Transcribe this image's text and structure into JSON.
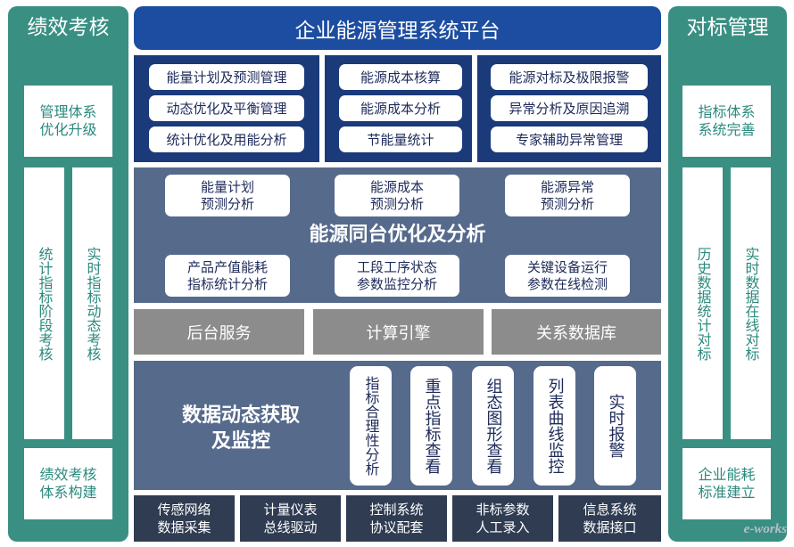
{
  "left_panel": {
    "title": "绩效考核",
    "top_box": "管理体系\n优化升级",
    "vertical_left": "统计指标阶段考核",
    "vertical_right": "实时指标动态考核",
    "bottom_box": "绩效考核\n体系构建"
  },
  "right_panel": {
    "title": "对标管理",
    "top_box": "指标体系\n系统完善",
    "vertical_left": "历史数据统计对标",
    "vertical_right": "实时数据在线对标",
    "bottom_box": "企业能耗\n标准建立"
  },
  "header": {
    "title": "企业能源管理系统平台"
  },
  "modules": {
    "col1": [
      "能量计划及预测管理",
      "动态优化及平衡管理",
      "统计优化及用能分析"
    ],
    "col2": [
      "能源成本核算",
      "能源成本分析",
      "节能量统计"
    ],
    "col3": [
      "能源对标及极限报警",
      "异常分析及原因追溯",
      "专家辅助异常管理"
    ]
  },
  "analysis": {
    "title": "能源同台优化及分析",
    "top_row": [
      "能量计划\n预测分析",
      "能源成本\n预测分析",
      "能源异常\n预测分析"
    ],
    "bottom_row": [
      "产品产值能耗\n指标统计分析",
      "工段工序状态\n参数监控分析",
      "关键设备运行\n参数在线检测"
    ]
  },
  "services": [
    "后台服务",
    "计算引擎",
    "关系数据库"
  ],
  "acquisition": {
    "title": "数据动态获取\n及监控",
    "items": [
      "指标合理性分析",
      "重点指标查看",
      "组态图形查看",
      "列表曲线监控",
      "实时报警"
    ]
  },
  "sources": [
    "传感网络\n数据采集",
    "计量仪表\n总线驱动",
    "控制系统\n协议配套",
    "非标参数\n人工录入",
    "信息系统\n数据接口"
  ],
  "watermark": "e-works"
}
